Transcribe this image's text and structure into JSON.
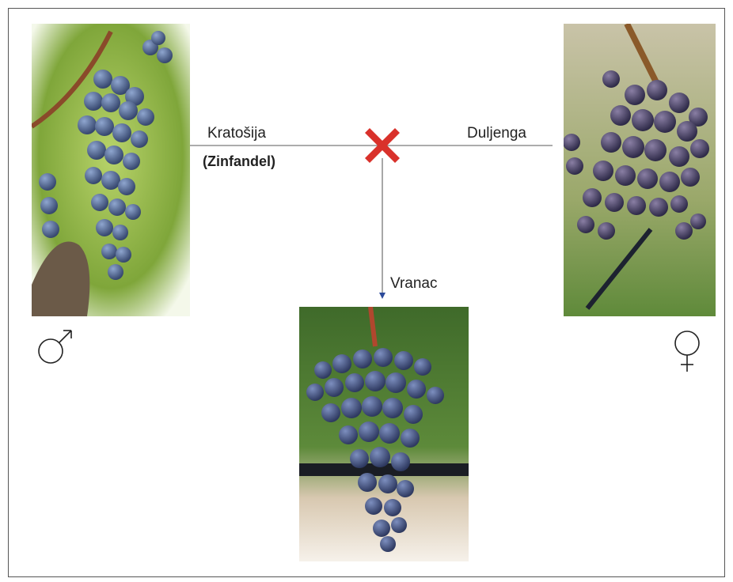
{
  "parents": {
    "male": {
      "name": "Kratošija",
      "alias": "(Zinfandel)",
      "sex_icon": "male-symbol-icon"
    },
    "female": {
      "name": "Duljenga",
      "sex_icon": "female-symbol-icon"
    }
  },
  "offspring": {
    "name": "Vranac"
  },
  "cross_icon": "red-x-cross-icon",
  "colors": {
    "cross": "#d9312b",
    "line": "#7a7a7a",
    "arrow": "#2b4a9a",
    "grape": "#3e5583"
  }
}
